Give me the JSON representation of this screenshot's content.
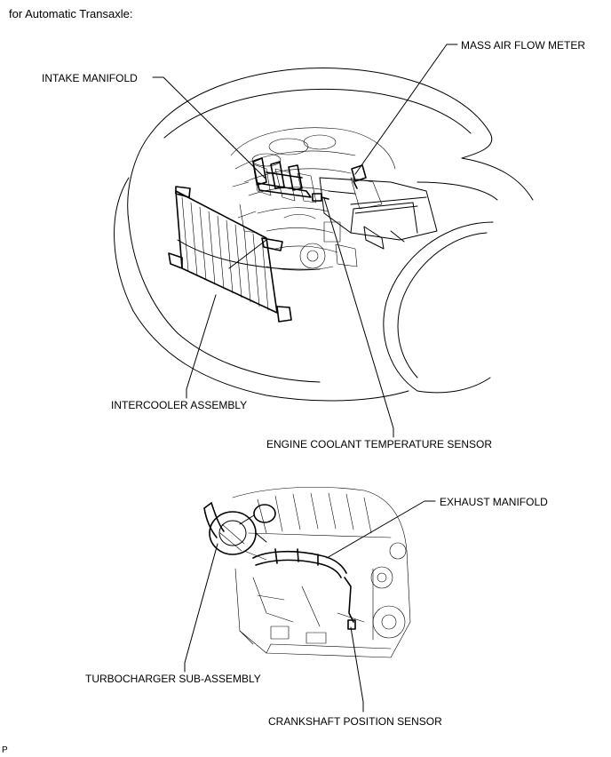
{
  "header": {
    "caption": "for Automatic Transaxle:"
  },
  "top_figure": {
    "labels": {
      "intake_manifold": "INTAKE MANIFOLD",
      "mass_air_flow_meter": "MASS AIR FLOW METER",
      "intercooler_assembly": "INTERCOOLER ASSEMBLY",
      "engine_coolant_temperature_sensor": "ENGINE COOLANT TEMPERATURE SENSOR"
    }
  },
  "bottom_figure": {
    "labels": {
      "exhaust_manifold": "EXHAUST MANIFOLD",
      "turbocharger_sub_assembly": "TURBOCHARGER SUB-ASSEMBLY",
      "crankshaft_position_sensor": "CRANKSHAFT POSITION SENSOR"
    }
  },
  "footer": {
    "corner_mark": "P"
  }
}
